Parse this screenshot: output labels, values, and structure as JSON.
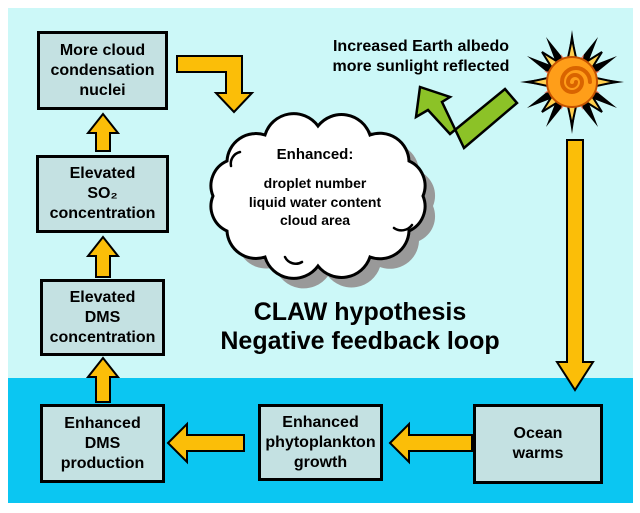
{
  "title": {
    "line1": "CLAW hypothesis",
    "line2": "Negative feedback loop"
  },
  "albedo_note": {
    "line1": "Increased Earth albedo",
    "line2": "more sunlight reflected"
  },
  "cloud_label": {
    "heading": "Enhanced:",
    "items": [
      "droplet number",
      "liquid water content",
      "cloud area"
    ]
  },
  "boxes": {
    "more_cloud_condensation_nuclei": {
      "lines": [
        "More cloud",
        "condensation",
        "nuclei"
      ]
    },
    "elevated_so2_concentration": {
      "lines": [
        "Elevated",
        "SO₂",
        "concentration"
      ]
    },
    "elevated_dms_concentration": {
      "lines": [
        "Elevated",
        "DMS",
        "concentration"
      ]
    },
    "enhanced_dms_production": {
      "lines": [
        "Enhanced",
        "DMS",
        "production"
      ]
    },
    "enhanced_phytoplankton_growth": {
      "lines": [
        "Enhanced",
        "phytoplankton",
        "growth"
      ]
    },
    "ocean_warms": {
      "lines": [
        "Ocean",
        "warms"
      ]
    }
  },
  "icons": {
    "sun": "sun-icon",
    "cloud": "cloud-icon"
  },
  "colors": {
    "sky": "#CCF8F8",
    "ocean": "#0BC6F2",
    "box_fill": "#C4E1E2",
    "arrow_yellow": "#FBBE08",
    "arrow_green": "#8CC227",
    "cloud_fill": "#FFFFFF",
    "cloud_shadow": "#999999",
    "sun_ray_yellow": "#FFCF4D",
    "sun_ray_salmon": "#F0826E",
    "sun_core_orange": "#FF9E19",
    "text": "#000000"
  }
}
